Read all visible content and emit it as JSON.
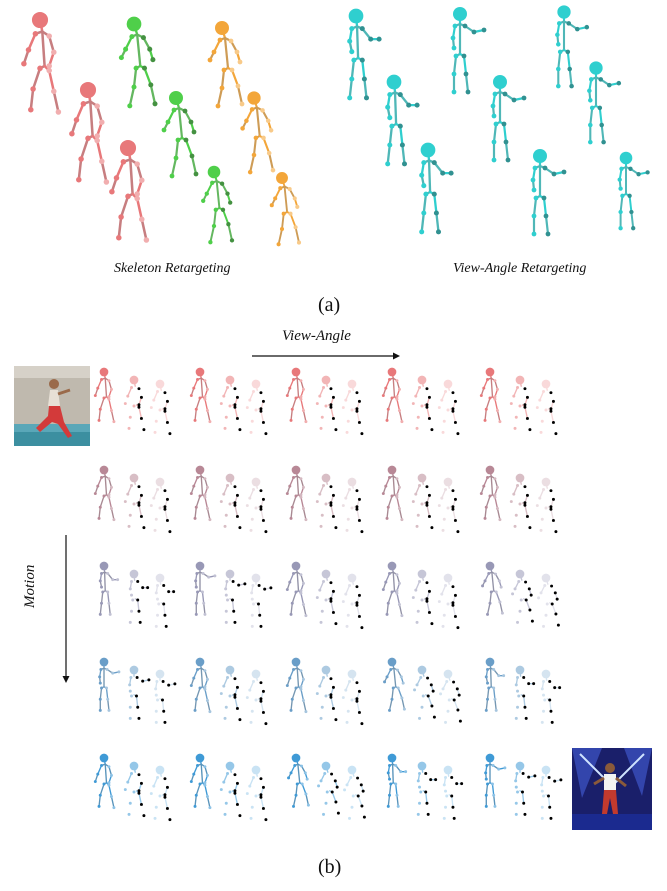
{
  "panel_a": {
    "label": "(a)",
    "skeleton_caption": "Skeleton Retargeting",
    "view_caption": "View-Angle Retargeting",
    "colors": {
      "red": "#e8787a",
      "green": "#4fcf4a",
      "orange": "#f3a63a",
      "teal": "#2fcfcf"
    }
  },
  "panel_b": {
    "label": "(b)",
    "view_axis_label": "View-Angle",
    "motion_axis_label": "Motion",
    "row_colors": [
      "#e8787a",
      "#b88896",
      "#9898b6",
      "#6a9ec8",
      "#3f9ad6"
    ],
    "thumbnails": {
      "top_left": "photo-runner",
      "bottom_right": "photo-dancer-stage"
    }
  }
}
